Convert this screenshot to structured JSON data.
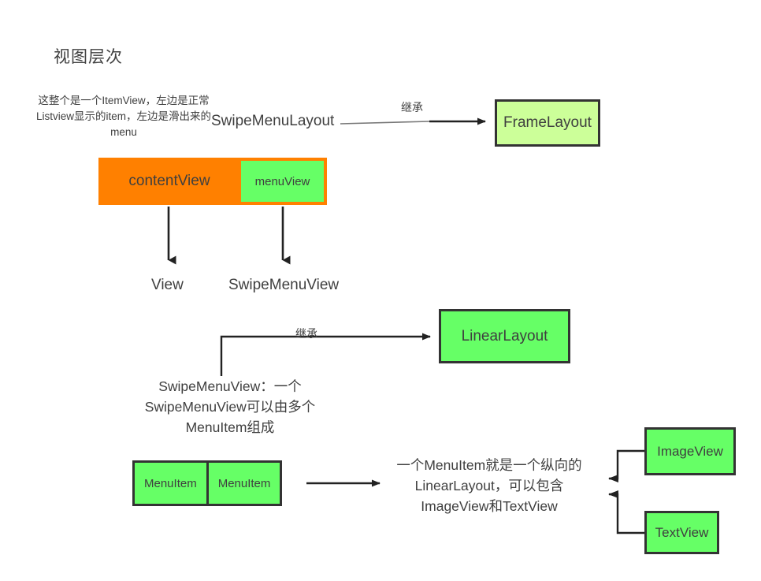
{
  "title": "视图层次",
  "notes": {
    "itemview_note": "这整个是一个ItemView，左边是正常Listview显示的item，左边是滑出来的menu",
    "swipemenuview_note": "SwipeMenuView：一个SwipeMenuView可以由多个MenuItem组成",
    "menuitem_note": "一个MenuItem就是一个纵向的LinearLayout，可以包含ImageView和TextView"
  },
  "labels": {
    "swipe_menu_layout": "SwipeMenuLayout",
    "view": "View",
    "swipe_menu_view": "SwipeMenuView",
    "inherit_1": "继承",
    "inherit_2": "继承"
  },
  "boxes": {
    "frame_layout": "FrameLayout",
    "linear_layout": "LinearLayout",
    "image_view": "ImageView",
    "text_view": "TextView",
    "content_view": "contentView",
    "menu_view": "menuView",
    "menu_item_1": "MenuItem",
    "menu_item_2": "MenuItem"
  },
  "colors": {
    "frame_layout_fill": "#ccff99",
    "green_fill": "#66ff66",
    "orange_fill": "#ff8000",
    "stroke": "#333333",
    "text": "#3f3f3f",
    "background": "#ffffff"
  }
}
